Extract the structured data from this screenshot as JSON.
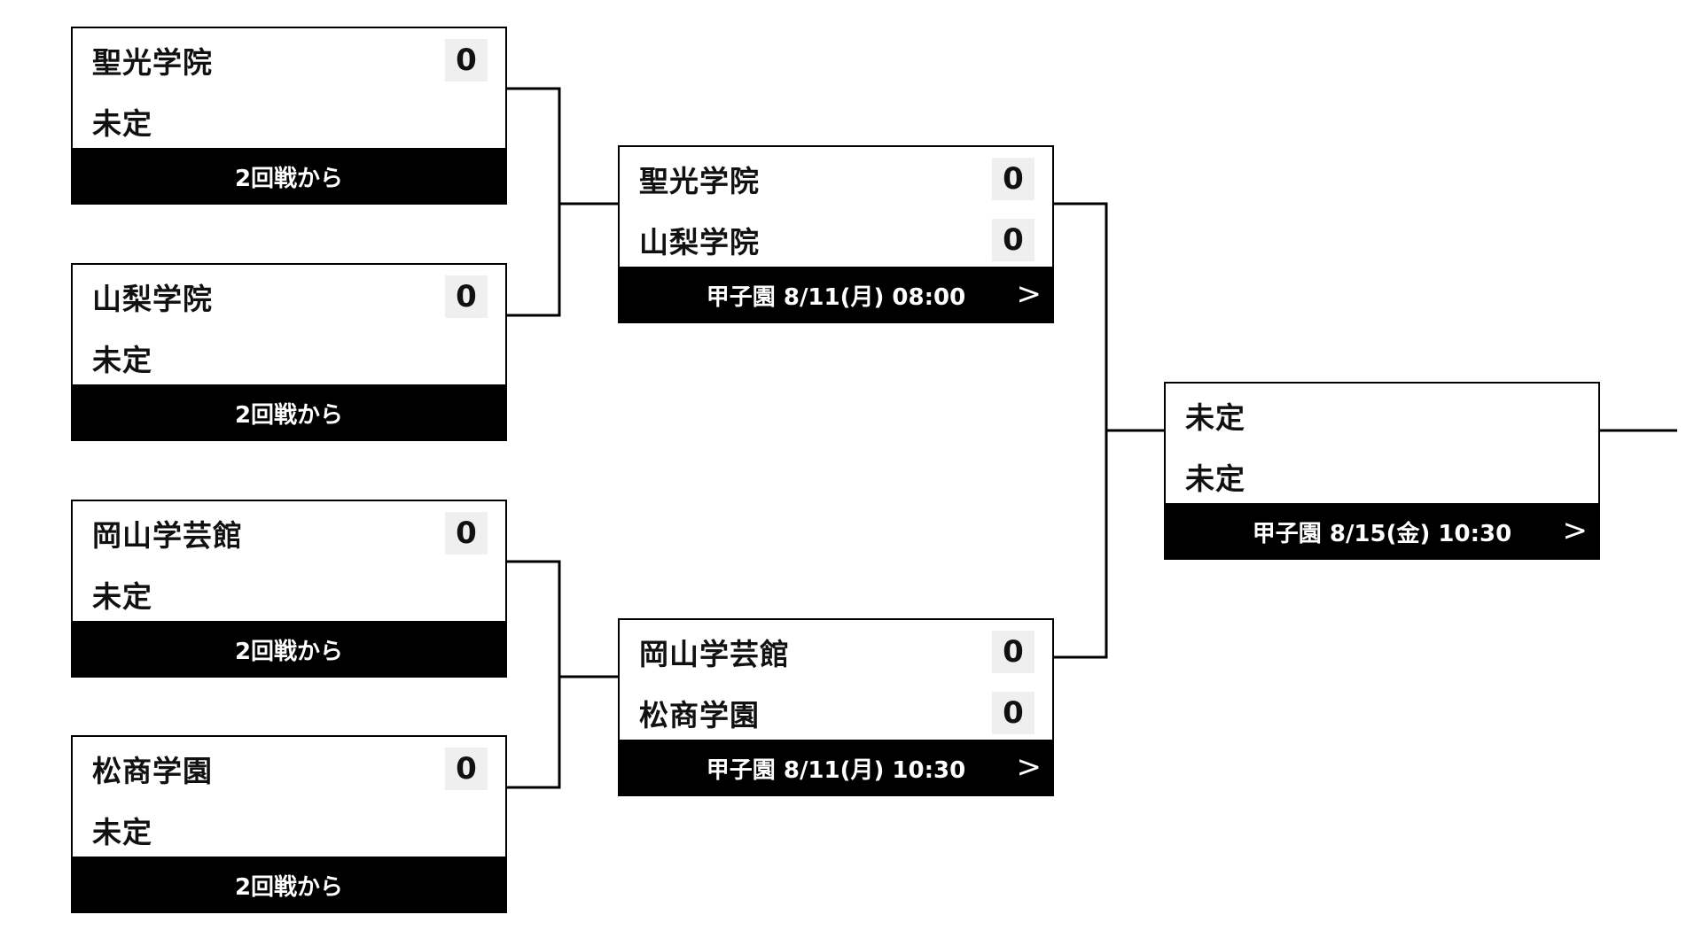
{
  "round1": [
    {
      "teams": [
        {
          "name": "聖光学院",
          "score": "0"
        },
        {
          "name": "未定",
          "score": ""
        }
      ],
      "footer": "2回戦から"
    },
    {
      "teams": [
        {
          "name": "山梨学院",
          "score": "0"
        },
        {
          "name": "未定",
          "score": ""
        }
      ],
      "footer": "2回戦から"
    },
    {
      "teams": [
        {
          "name": "岡山学芸館",
          "score": "0"
        },
        {
          "name": "未定",
          "score": ""
        }
      ],
      "footer": "2回戦から"
    },
    {
      "teams": [
        {
          "name": "松商学園",
          "score": "0"
        },
        {
          "name": "未定",
          "score": ""
        }
      ],
      "footer": "2回戦から"
    }
  ],
  "round2": [
    {
      "teams": [
        {
          "name": "聖光学院",
          "score": "0"
        },
        {
          "name": "山梨学院",
          "score": "0"
        }
      ],
      "footer": "甲子園 8/11(月) 08:00",
      "chevron": ">"
    },
    {
      "teams": [
        {
          "name": "岡山学芸館",
          "score": "0"
        },
        {
          "name": "松商学園",
          "score": "0"
        }
      ],
      "footer": "甲子園 8/11(月) 10:30",
      "chevron": ">"
    }
  ],
  "round3": [
    {
      "teams": [
        {
          "name": "未定",
          "score": ""
        },
        {
          "name": "未定",
          "score": ""
        }
      ],
      "footer": "甲子園 8/15(金) 10:30",
      "chevron": ">"
    }
  ],
  "colors": {
    "footer_bg": "#000000",
    "footer_text": "#ffffff",
    "score_bg": "#efefef",
    "line": "#000000"
  },
  "icons": {
    "chevron": "chevron-right-icon"
  }
}
